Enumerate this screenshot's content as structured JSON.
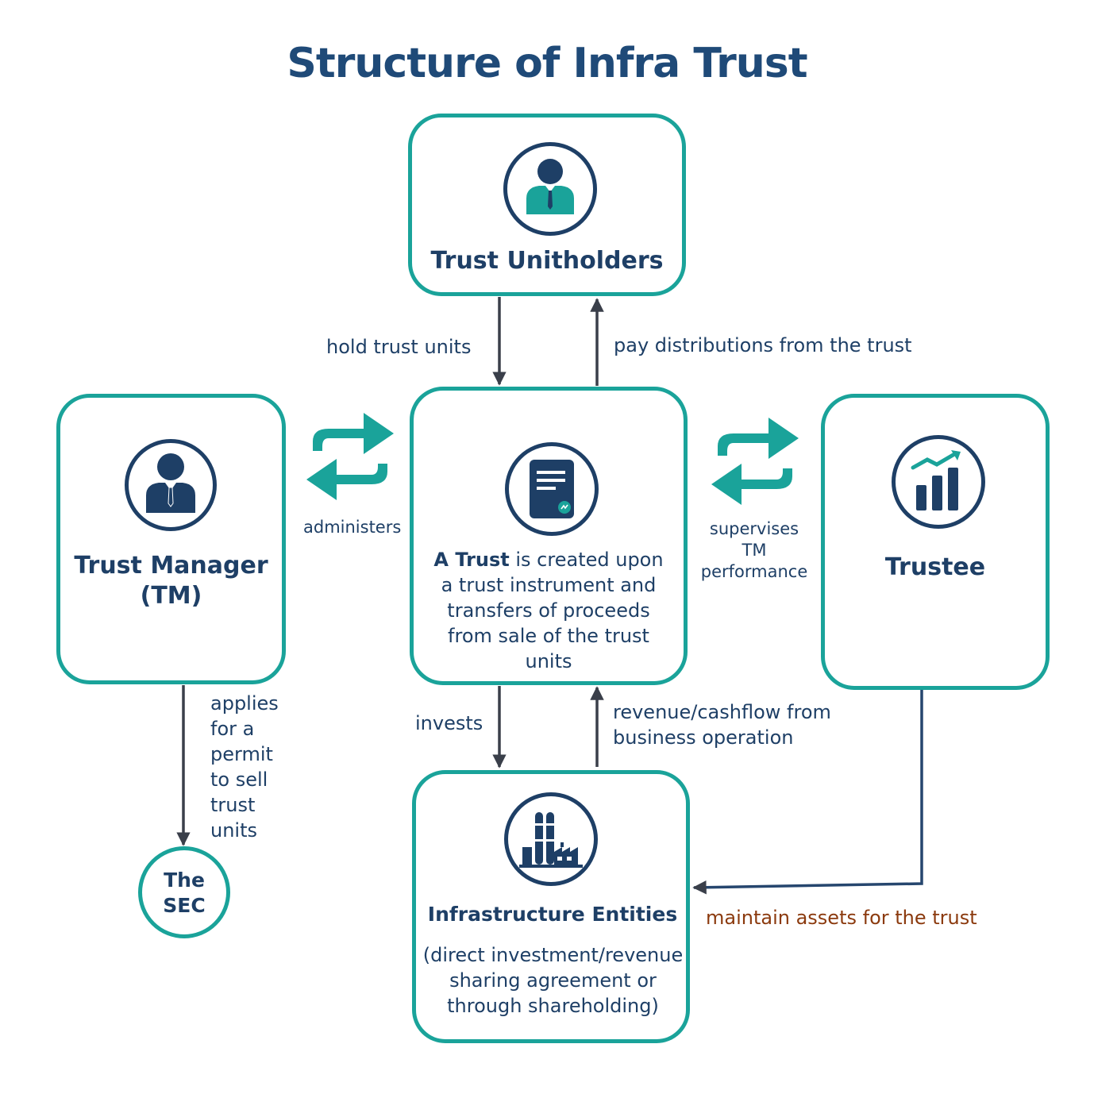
{
  "title": "Structure of Infra Trust",
  "nodes": {
    "unitholders": {
      "label": "Trust Unitholders"
    },
    "trust": {
      "bold": "A Trust",
      "text": " is created upon a trust instrument and transfers of proceeds from sale of the trust units"
    },
    "manager": {
      "line1": "Trust Manager",
      "line2": "(TM)"
    },
    "trustee": {
      "label": "Trustee"
    },
    "sec": {
      "line1": "The",
      "line2": "SEC"
    },
    "infrastructure": {
      "label": "Infrastructure Entities",
      "sub": "(direct investment/revenue sharing agreement or through shareholding)"
    }
  },
  "edges": {
    "hold_units": "hold trust units",
    "pay_distributions": "pay distributions from the trust",
    "administers": "administers",
    "supervises": [
      "supervises",
      "TM",
      "performance"
    ],
    "invests": "invests",
    "revenue": [
      "revenue/cashflow from",
      "business operation"
    ],
    "applies": [
      "applies",
      "for a",
      "permit",
      "to sell",
      "trust",
      "units"
    ],
    "maintain": "maintain assets for the trust"
  },
  "colors": {
    "teal": "#1aa39a",
    "navy": "#1e3f66",
    "arrow": "#3a3f4a",
    "maintain_text": "#8b3a0e"
  },
  "icons": [
    "person-icon",
    "document-icon",
    "chart-icon",
    "factory-icon"
  ]
}
